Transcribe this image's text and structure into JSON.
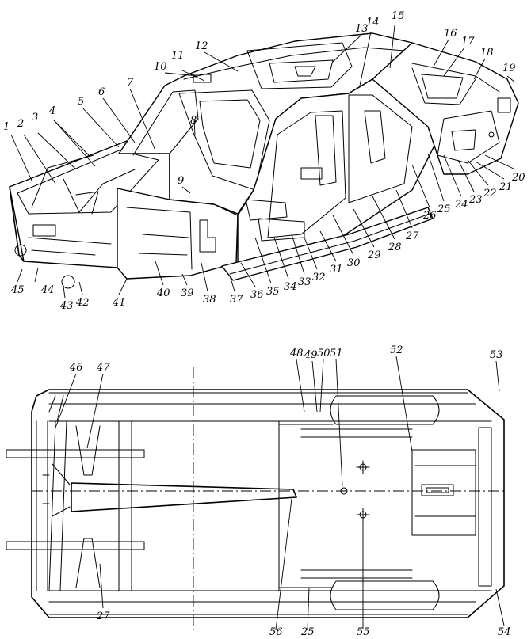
{
  "callouts": [
    "1",
    "2",
    "3",
    "4",
    "5",
    "6",
    "7",
    "8",
    "9",
    "10",
    "11",
    "12",
    "13",
    "14",
    "15",
    "16",
    "17",
    "18",
    "19",
    "20",
    "21",
    "22",
    "23",
    "24",
    "25",
    "26",
    "27",
    "28",
    "29",
    "30",
    "31",
    "32",
    "33",
    "34",
    "35",
    "36",
    "37",
    "38",
    "39",
    "40",
    "41",
    "42",
    "43",
    "44",
    "45",
    "46",
    "47",
    "48",
    "49",
    "50",
    "51",
    "52",
    "53",
    "54",
    "55",
    "56",
    "25",
    "27"
  ]
}
